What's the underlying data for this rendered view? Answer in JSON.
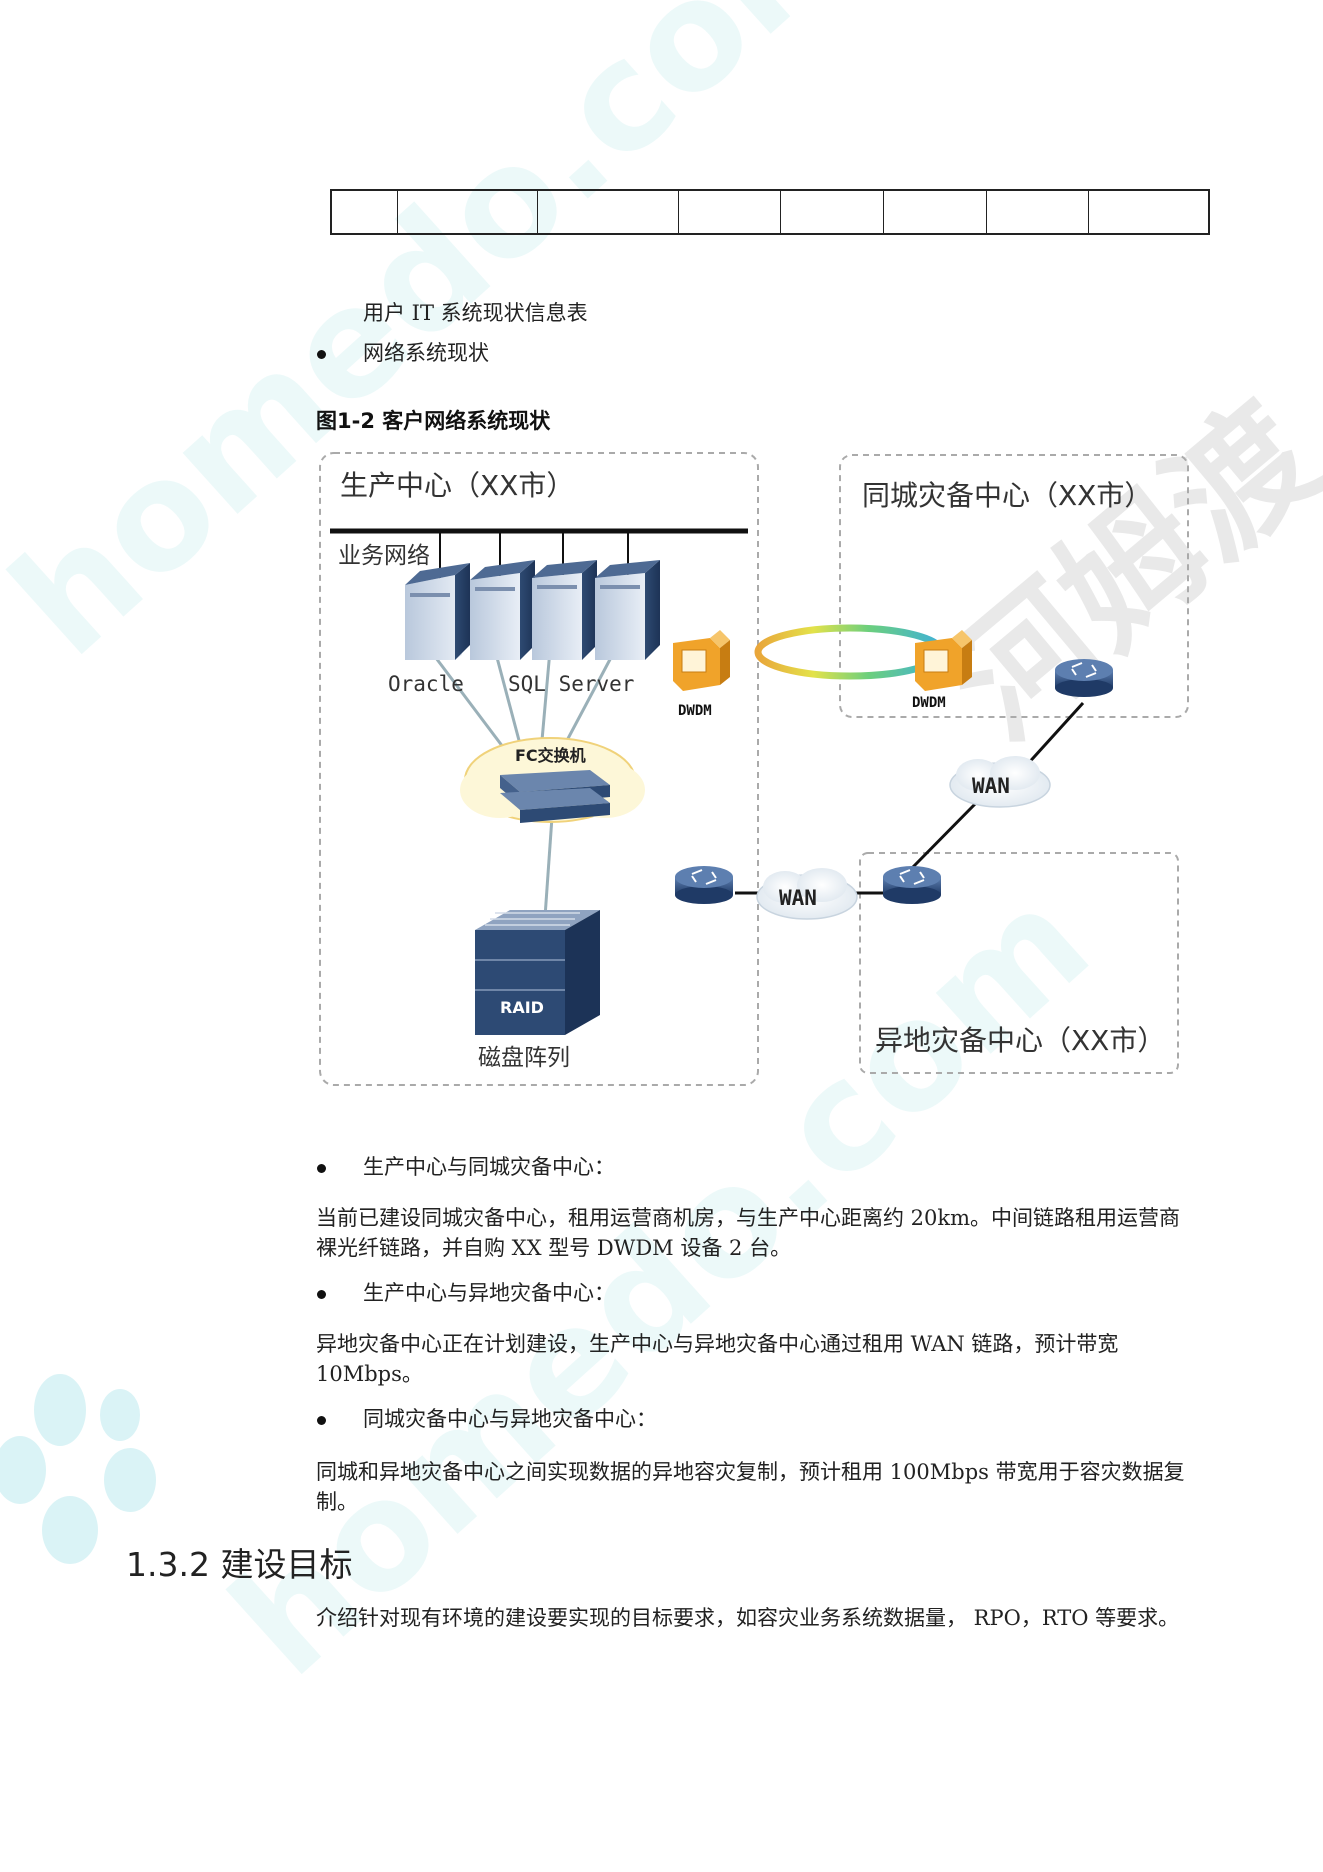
{
  "table_caption": "用户 IT 系统现状信息表",
  "bullet_network": "网络系统现状",
  "figure": {
    "title": "图1-2  客户网络系统现状",
    "production_center": "生产中心（XX市）",
    "business_network": "业务网络",
    "oracle": "Oracle",
    "sql_server": "SQL Server",
    "fc_switch": "FC交换机",
    "raid": "RAID",
    "disk_array": "磁盘阵列",
    "dwdm_left": "DWDM",
    "dwdm_right": "DWDM",
    "same_city_center": "同城灾备中心（XX市）",
    "remote_center": "异地灾备中心（XX市）",
    "wan_top": "WAN",
    "wan_bottom": "WAN"
  },
  "sections": [
    {
      "heading": "生产中心与同城灾备中心：",
      "text": "当前已建设同城灾备中心，租用运营商机房，与生产中心距离约  20km。中间链路租用运营商裸光纤链路，并自购  XX  型号 DWDM  设备 2 台。"
    },
    {
      "heading": "生产中心与异地灾备中心：",
      "text": "异地灾备中心正在计划建设，生产中心与异地灾备中心通过租用  WAN  链路，预计带宽 10Mbps。"
    },
    {
      "heading": "同城灾备中心与异地灾备中心：",
      "text": "同城和异地灾备中心之间实现数据的异地容灾复制，预计租用  100Mbps  带宽用于容灾数据复制。"
    }
  ],
  "h2": "1.3.2 建设目标",
  "goal_text": "介绍针对现有环境的建设要实现的目标要求，如容灾业务系统数据量，  RPO，RTO 等要求。",
  "watermarks": [
    "homedo.com",
    "homedo.com",
    "河姆渡"
  ]
}
